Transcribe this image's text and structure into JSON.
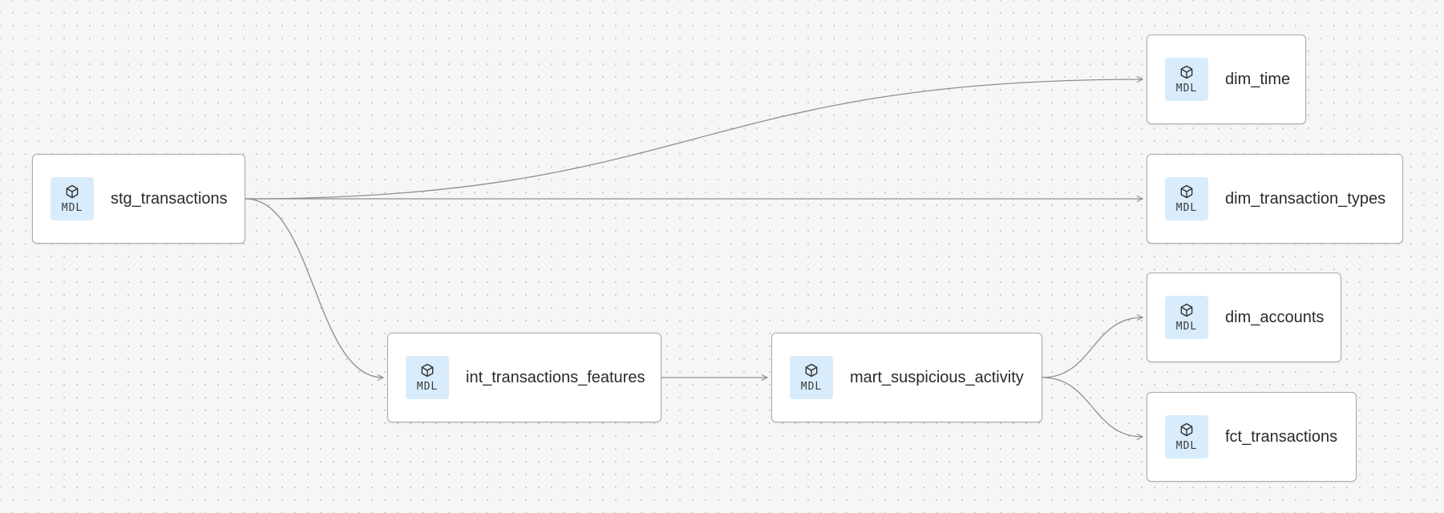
{
  "canvas": {
    "background": "#f6f6f6",
    "dot_color": "#c4c4c4"
  },
  "colors": {
    "node_border": "#a9a9a9",
    "badge_bg": "#d8ecfb",
    "edge": "#8e8e8e",
    "text": "#2a2a2a"
  },
  "nodes": [
    {
      "id": "stg_transactions",
      "label": "stg_transactions",
      "badge": "MDL",
      "icon": "cube-icon"
    },
    {
      "id": "int_transactions_features",
      "label": "int_transactions_features",
      "badge": "MDL",
      "icon": "cube-icon"
    },
    {
      "id": "mart_suspicious_activity",
      "label": "mart_suspicious_activity",
      "badge": "MDL",
      "icon": "cube-icon"
    },
    {
      "id": "dim_time",
      "label": "dim_time",
      "badge": "MDL",
      "icon": "cube-icon"
    },
    {
      "id": "dim_transaction_types",
      "label": "dim_transaction_types",
      "badge": "MDL",
      "icon": "cube-icon"
    },
    {
      "id": "dim_accounts",
      "label": "dim_accounts",
      "badge": "MDL",
      "icon": "cube-icon"
    },
    {
      "id": "fct_transactions",
      "label": "fct_transactions",
      "badge": "MDL",
      "icon": "cube-icon"
    }
  ],
  "edges": [
    {
      "from": "stg_transactions",
      "to": "dim_time"
    },
    {
      "from": "stg_transactions",
      "to": "dim_transaction_types"
    },
    {
      "from": "stg_transactions",
      "to": "int_transactions_features"
    },
    {
      "from": "int_transactions_features",
      "to": "mart_suspicious_activity"
    },
    {
      "from": "mart_suspicious_activity",
      "to": "dim_accounts"
    },
    {
      "from": "mart_suspicious_activity",
      "to": "fct_transactions"
    }
  ]
}
